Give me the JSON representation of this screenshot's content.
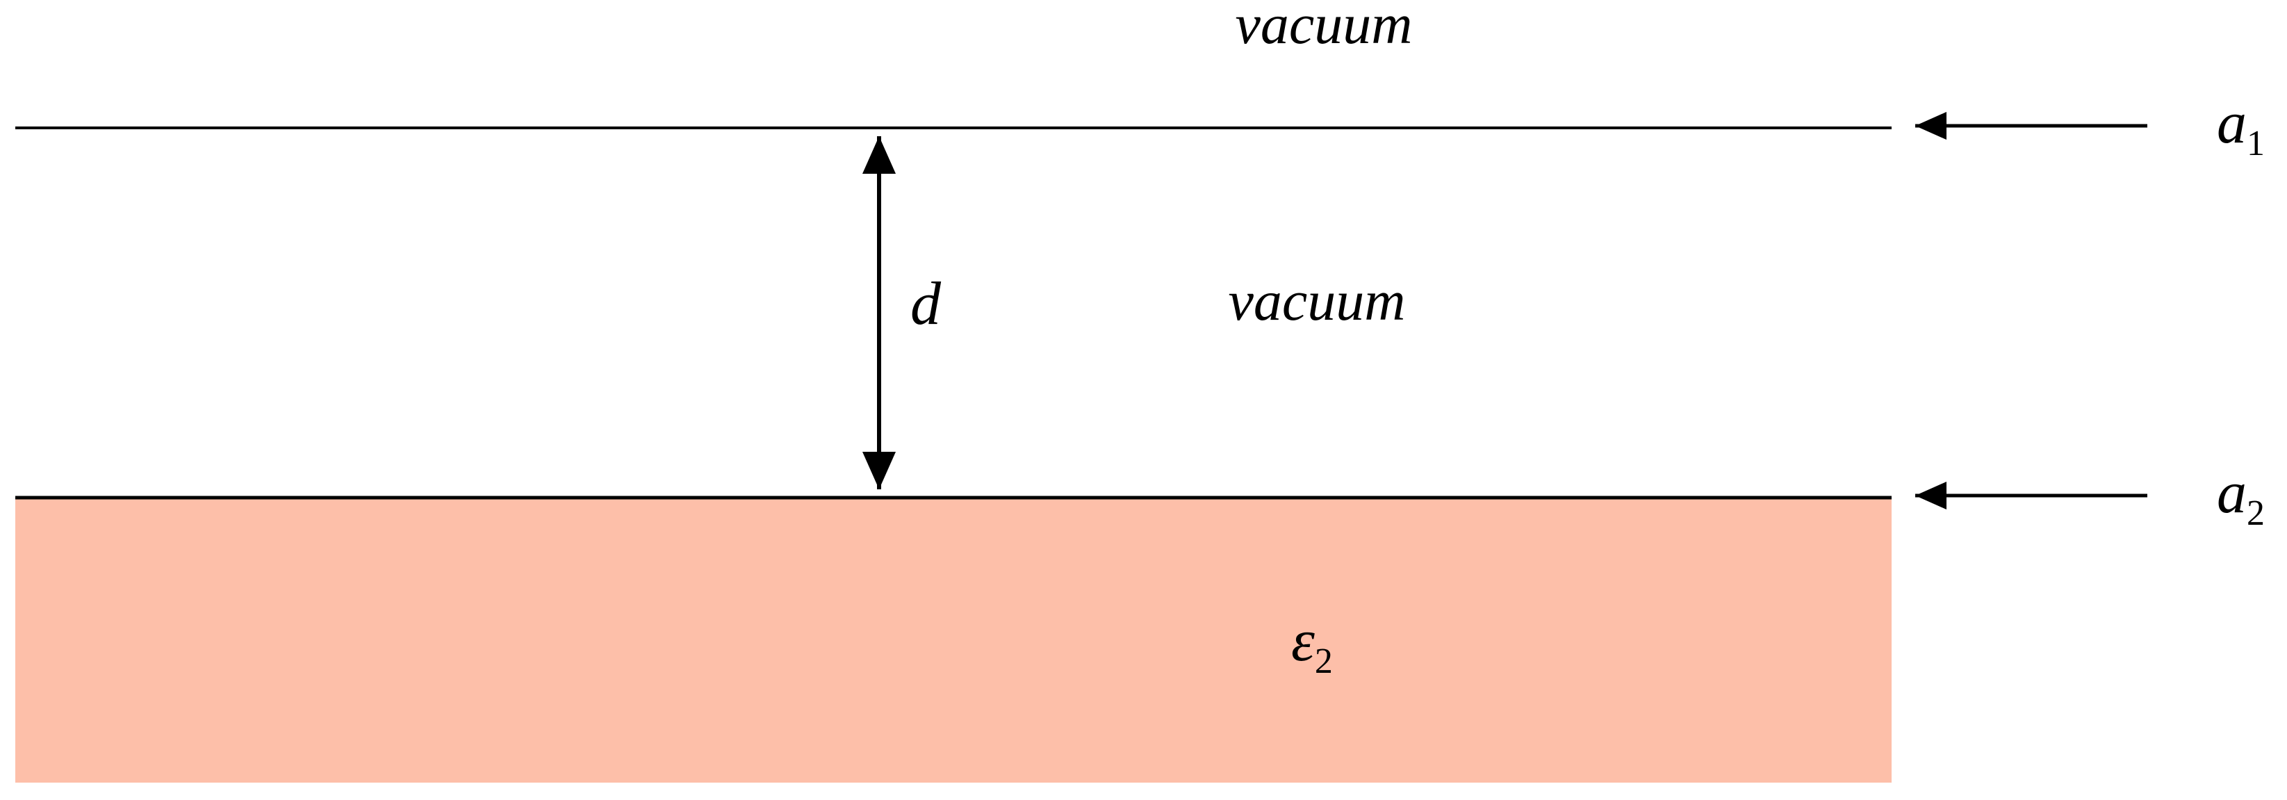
{
  "labels": {
    "top_region": "vacuum",
    "gap_region": "vacuum",
    "separation": "d",
    "interface_top_symbol": "a",
    "interface_top_subscript": "1",
    "interface_bottom_symbol": "a",
    "interface_bottom_subscript": "2",
    "substrate_symbol": "ε",
    "substrate_subscript": "2"
  },
  "colors": {
    "substrate_fill": "#fdbfa9",
    "line": "#000000"
  }
}
